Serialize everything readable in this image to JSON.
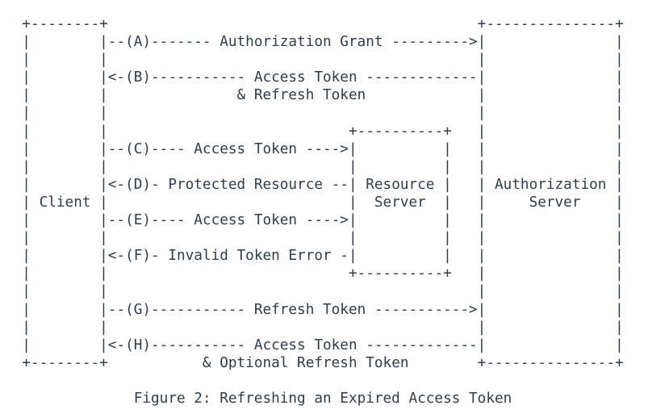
{
  "figure": {
    "caption": "Figure 2: Refreshing an Expired Access Token",
    "number": "2",
    "title": "Refreshing an Expired Access Token"
  },
  "colors": {
    "text": "#2e3c4e",
    "background": "#ffffff"
  },
  "diagram": {
    "entities": [
      "Client",
      "Resource Server",
      "Authorization Server"
    ],
    "flow_steps": [
      {
        "step": "A",
        "from": "Client",
        "to": "Authorization Server",
        "label": "Authorization Grant"
      },
      {
        "step": "B",
        "from": "Authorization Server",
        "to": "Client",
        "label": "Access Token & Refresh Token"
      },
      {
        "step": "C",
        "from": "Client",
        "to": "Resource Server",
        "label": "Access Token"
      },
      {
        "step": "D",
        "from": "Resource Server",
        "to": "Client",
        "label": "Protected Resource"
      },
      {
        "step": "E",
        "from": "Client",
        "to": "Resource Server",
        "label": "Access Token"
      },
      {
        "step": "F",
        "from": "Resource Server",
        "to": "Client",
        "label": "Invalid Token Error"
      },
      {
        "step": "G",
        "from": "Client",
        "to": "Authorization Server",
        "label": "Refresh Token"
      },
      {
        "step": "H",
        "from": "Authorization Server",
        "to": "Client",
        "label": "Access Token & Optional Refresh Token"
      }
    ],
    "lines": [
      "  +--------+                                           +---------------+",
      "  |        |--(A)------- Authorization Grant --------->|               |",
      "  |        |                                           |               |",
      "  |        |<-(B)----------- Access Token -------------|               |",
      "  |        |               & Refresh Token             |               |",
      "  |        |                                           |               |",
      "  |        |                            +----------+   |               |",
      "  |        |--(C)---- Access Token ---->|          |   |               |",
      "  |        |                            |          |   |               |",
      "  |        |<-(D)- Protected Resource --| Resource |   | Authorization |",
      "  | Client |                            |  Server  |   |     Server    |",
      "  |        |--(E)---- Access Token ---->|          |   |               |",
      "  |        |                            |          |   |               |",
      "  |        |<-(F)- Invalid Token Error -|          |   |               |",
      "  |        |                            +----------+   |               |",
      "  |        |                                           |               |",
      "  |        |--(G)----------- Refresh Token ----------->|               |",
      "  |        |                                           |               |",
      "  |        |<-(H)----------- Access Token -------------|               |",
      "  +--------+           & Optional Refresh Token        +---------------+"
    ]
  }
}
